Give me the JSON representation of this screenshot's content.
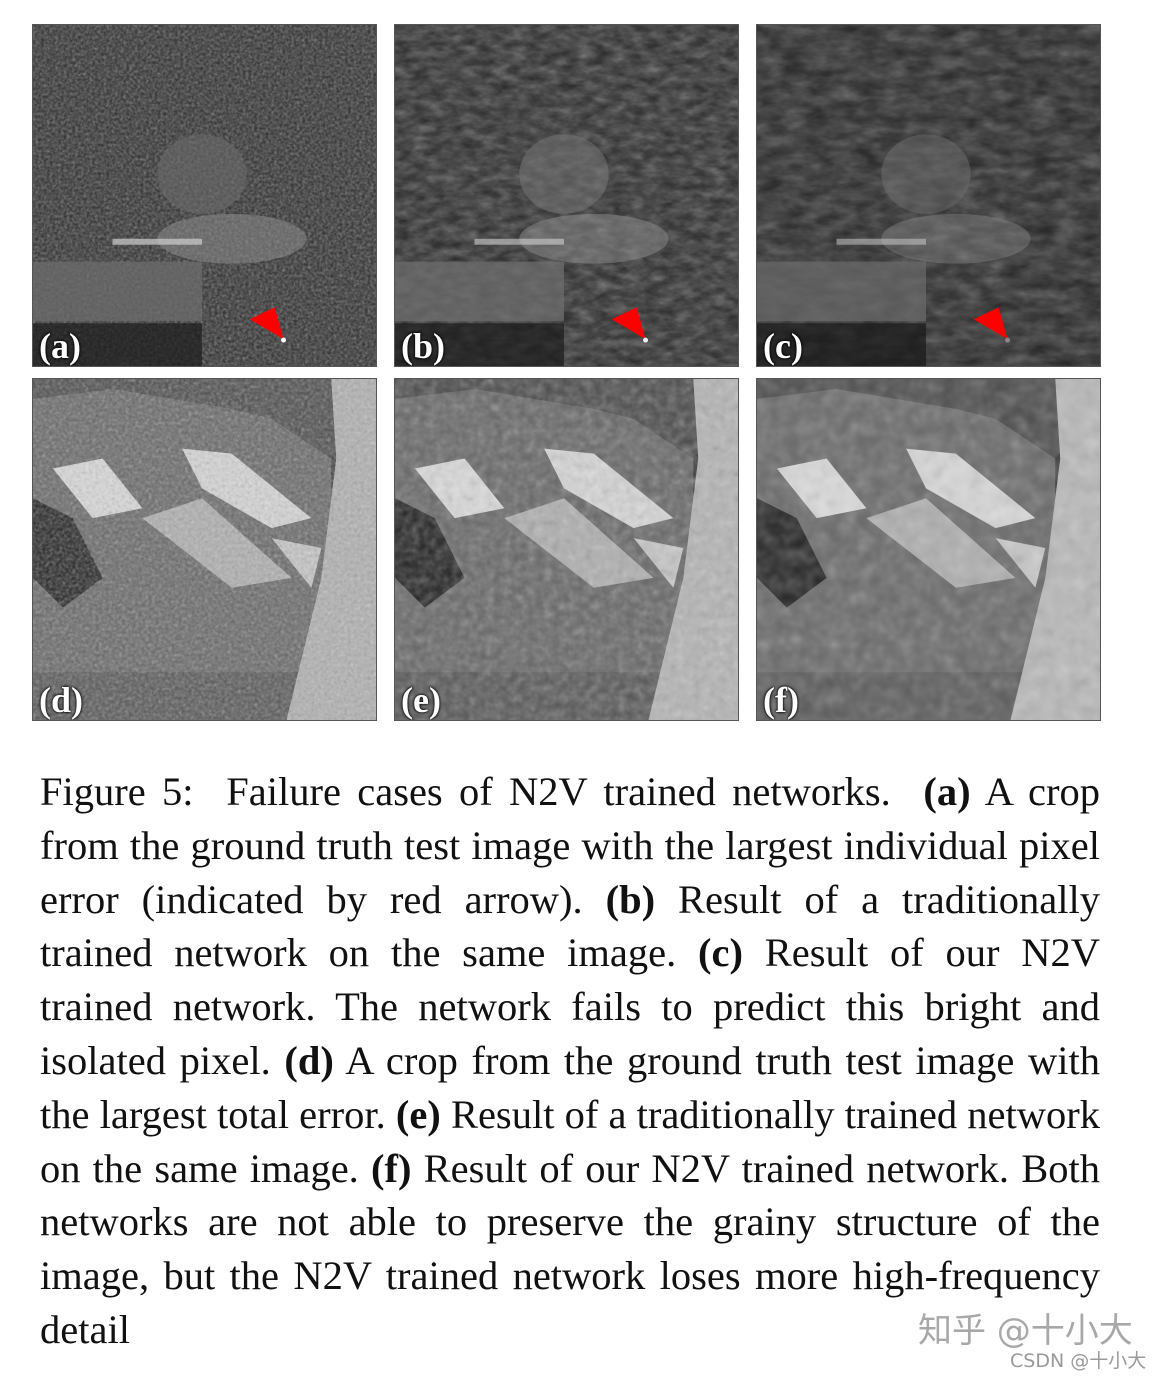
{
  "figure": {
    "panels": [
      {
        "id": "a",
        "label": "(a)",
        "scene": "owl-dark-noisy",
        "has_arrow": true,
        "description": "Crop from ground truth test image with largest individual pixel error"
      },
      {
        "id": "b",
        "label": "(b)",
        "scene": "owl-dark-smooth",
        "has_arrow": true,
        "description": "Traditionally trained network result"
      },
      {
        "id": "c",
        "label": "(c)",
        "scene": "owl-dark-smoother",
        "has_arrow": true,
        "description": "N2V trained network result"
      },
      {
        "id": "d",
        "label": "(d)",
        "scene": "mountain-grainy",
        "has_arrow": false,
        "description": "Crop from ground truth test image with largest total error"
      },
      {
        "id": "e",
        "label": "(e)",
        "scene": "mountain-smooth",
        "has_arrow": false,
        "description": "Traditionally trained network result"
      },
      {
        "id": "f",
        "label": "(f)",
        "scene": "mountain-smoother",
        "has_arrow": false,
        "description": "N2V trained network result"
      }
    ],
    "arrow_color": "#ff0000"
  },
  "caption": {
    "prefix": "Figure 5:",
    "title": "Failure cases of N2V trained networks.",
    "parts": [
      {
        "bold": "(a)",
        "text": " A crop from the ground truth test image with the largest individual pixel error (indicated by red arrow). "
      },
      {
        "bold": "(b)",
        "text": " Result of a traditionally trained network on the same image. "
      },
      {
        "bold": "(c)",
        "text": " Result of our N2V trained network. The network fails to predict this bright and isolated pixel. "
      },
      {
        "bold": "(d)",
        "text": " A crop from the ground truth test image with the largest total error. "
      },
      {
        "bold": "(e)",
        "text": " Result of a traditionally trained network on the same image. "
      },
      {
        "bold": "(f)",
        "text": " Result of our N2V trained network. Both networks are not able to preserve the grainy structure of the image, but the N2V trained network loses more high-frequency detail"
      }
    ]
  },
  "watermarks": {
    "zhihu": "知乎 @十小大",
    "csdn": "CSDN @十小大"
  }
}
